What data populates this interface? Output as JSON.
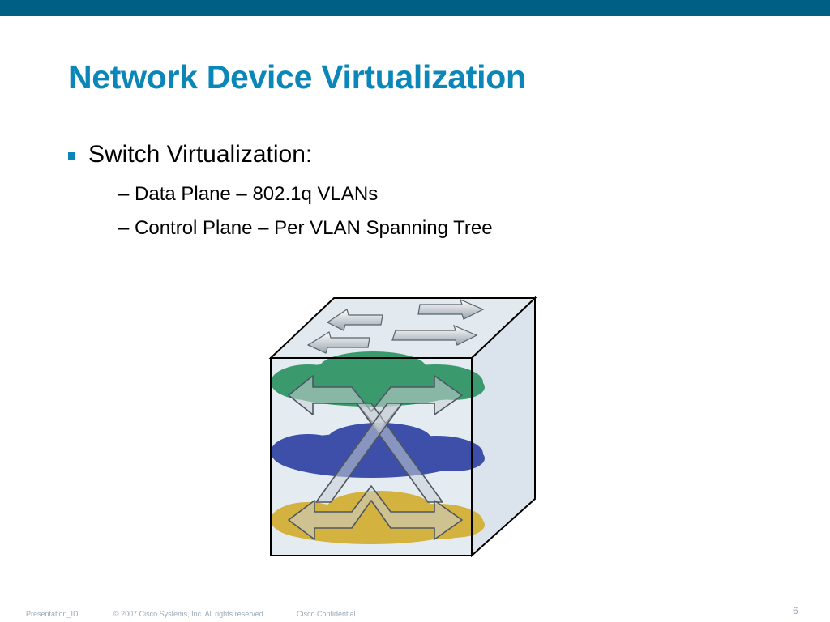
{
  "slide": {
    "title": "Network Device Virtualization",
    "bullet": "Switch Virtualization:",
    "sub_items": [
      "– Data Plane – 802.1q VLANs",
      "– Control Plane – Per VLAN Spanning Tree"
    ]
  },
  "footer": {
    "presentation_id": "Presentation_ID",
    "copyright": "© 2007 Cisco Systems, Inc. All rights reserved.",
    "confidential": "Cisco Confidential",
    "page_number": "6"
  },
  "diagram": {
    "cloud_colors": [
      "#3a9a6e",
      "#3d4fa8",
      "#d4b23f"
    ],
    "frame_color": "#000000",
    "face_color": "#dde6ee"
  }
}
